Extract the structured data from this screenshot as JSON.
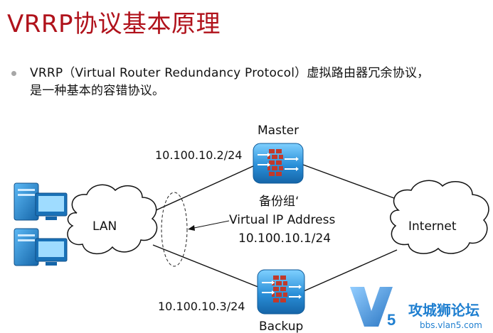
{
  "slide": {
    "title": "VRRP协议基本原理",
    "bullet_line1": "VRRP（Virtual Router Redundancy Protocol）虚拟路由器冗余协议，",
    "bullet_line2": "是一种基本的容错协议。"
  },
  "diagram": {
    "master_label": "Master",
    "backup_label": "Backup",
    "master_ip": "10.100.10.2/24",
    "backup_ip": "10.100.10.3/24",
    "group_label": "备份组‘",
    "virtual_ip_label": "Virtual IP Address",
    "virtual_ip": "10.100.10.1/24",
    "lan_label": "LAN",
    "internet_label": "Internet"
  },
  "watermark": {
    "brand_cn": "攻城狮论坛",
    "url": "bbs.vlan5.com",
    "logo_text": "V5"
  },
  "colors": {
    "title": "#b0121b",
    "device_blue": "#2a8fd8",
    "firewall_brick": "#c0392b",
    "watermark_blue": "#1f7fd0"
  }
}
